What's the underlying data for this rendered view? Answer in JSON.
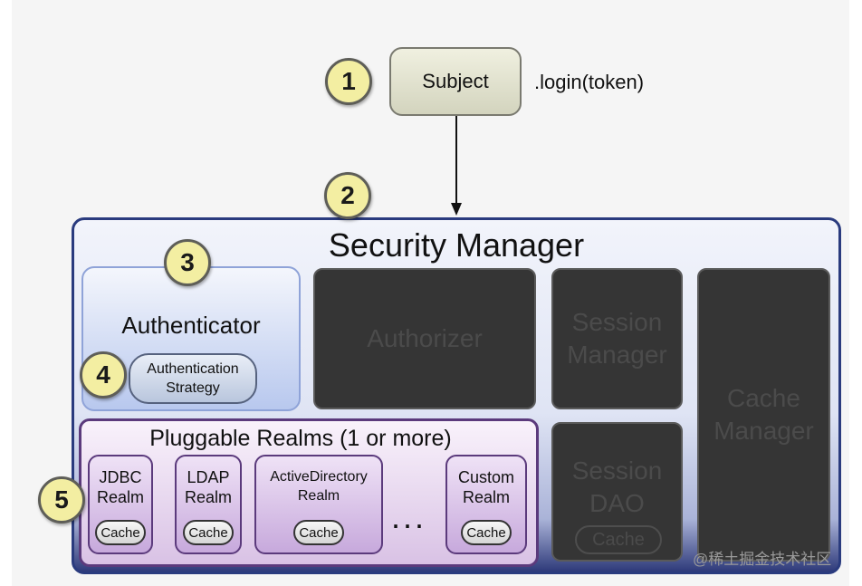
{
  "subject": {
    "label": "Subject",
    "call": ".login(token)"
  },
  "steps": [
    "1",
    "2",
    "3",
    "4",
    "5"
  ],
  "security_manager": {
    "title": "Security Manager"
  },
  "authenticator": {
    "title": "Authenticator",
    "strategy_line1": "Authentication",
    "strategy_line2": "Strategy"
  },
  "authorizer": {
    "label": "Authorizer"
  },
  "session_manager": {
    "line1": "Session",
    "line2": "Manager"
  },
  "cache_manager": {
    "line1": "Cache",
    "line2": "Manager"
  },
  "session_dao": {
    "line1": "Session",
    "line2": "DAO",
    "cache": "Cache"
  },
  "realms": {
    "title": "Pluggable Realms (1 or more)",
    "ellipsis": "...",
    "items": [
      {
        "line1": "JDBC",
        "line2": "Realm",
        "cache": "Cache"
      },
      {
        "line1": "LDAP",
        "line2": "Realm",
        "cache": "Cache"
      },
      {
        "line1": "ActiveDirectory",
        "line2": "Realm",
        "cache": "Cache"
      },
      {
        "line1": "Custom",
        "line2": "Realm",
        "cache": "Cache"
      }
    ]
  },
  "watermark": "@稀土掘金技术社区",
  "colors": {
    "badge": "#f3eea2",
    "security_manager_border": "#2a3b7e",
    "realms_border": "#5b3a7c",
    "disabled_box": "#353535"
  }
}
